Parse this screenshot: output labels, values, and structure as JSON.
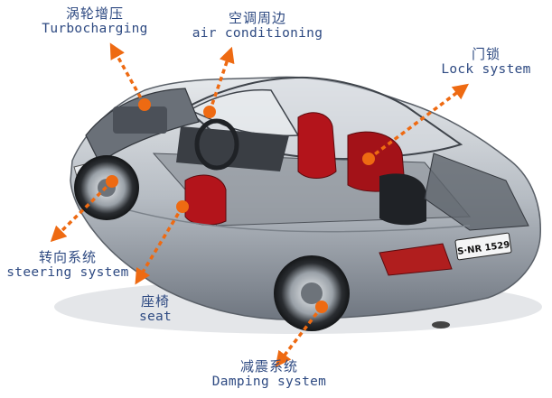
{
  "colors": {
    "label_text": "#2e4a82",
    "arrow": "#ee6a12",
    "body_paint": "#b9bfc6",
    "body_dark": "#4a5058",
    "seat_red": "#b3141b",
    "taillight": "#b01e1e",
    "glass": "#d9dde2"
  },
  "icons": {
    "callout_dot": "orange-dot",
    "callout_line": "dashed-orange-arrow"
  },
  "callouts": [
    {
      "id": "turbocharging",
      "zh": "涡轮增压",
      "en": "Turbocharging"
    },
    {
      "id": "air-conditioning",
      "zh": "空调周边",
      "en": "air conditioning"
    },
    {
      "id": "lock-system",
      "zh": "门锁",
      "en": "Lock system"
    },
    {
      "id": "steering-system",
      "zh": "转向系统",
      "en": "steering system"
    },
    {
      "id": "seat",
      "zh": "座椅",
      "en": "seat"
    },
    {
      "id": "damping-system",
      "zh": "减震系统",
      "en": "Damping system"
    }
  ],
  "license_plate": "S·NR 1529"
}
